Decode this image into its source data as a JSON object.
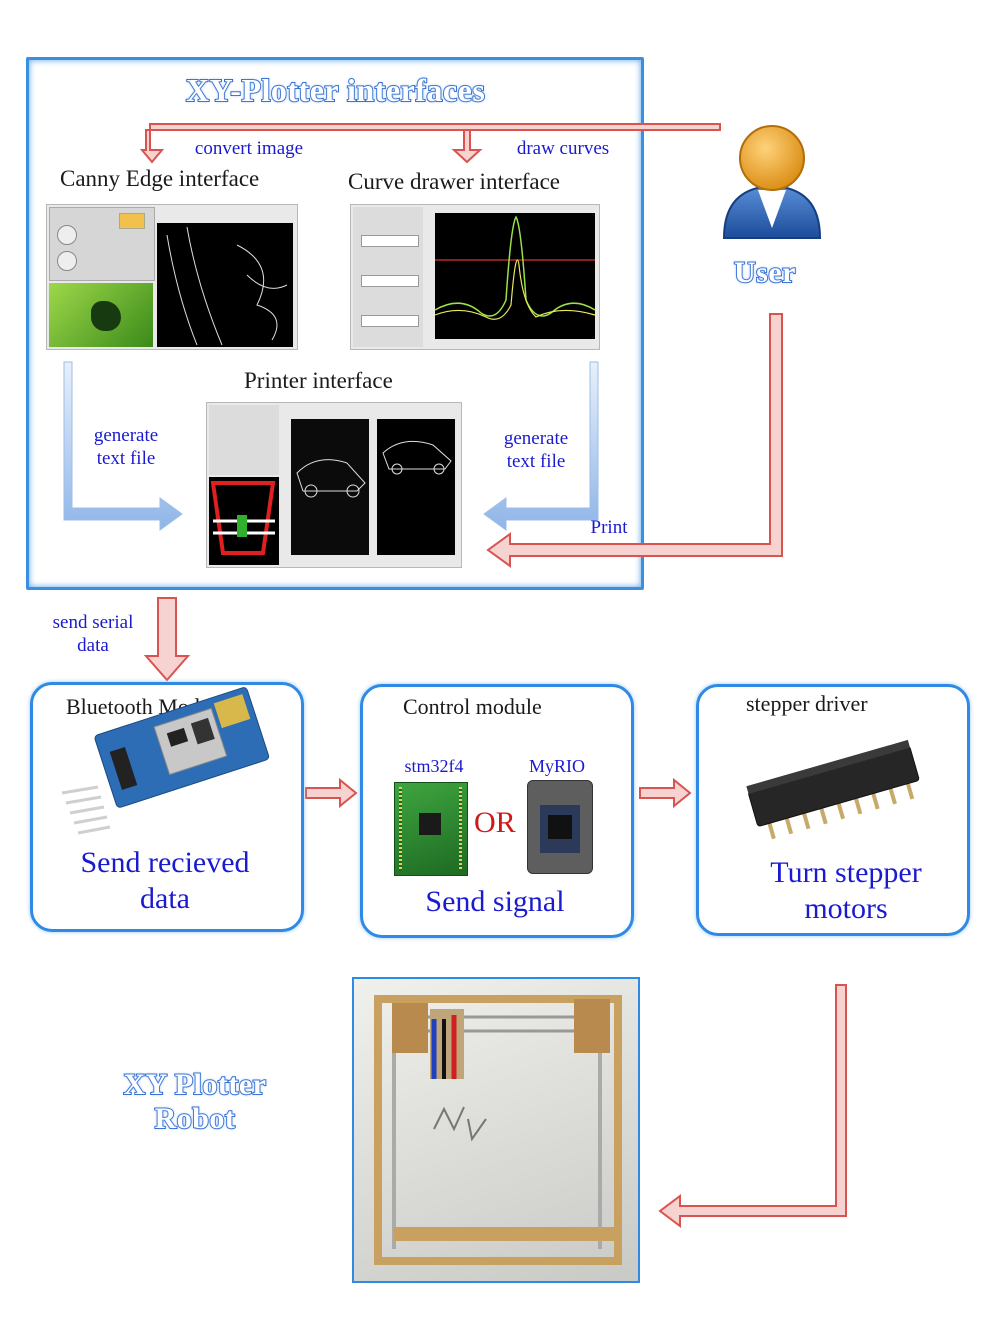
{
  "diagram": {
    "title": "XY-Plotter  interfaces",
    "user_label": "User",
    "interfaces": {
      "canny": {
        "title": "Canny Edge interface",
        "arrow_label": "convert image"
      },
      "curve": {
        "title": "Curve drawer interface",
        "arrow_label": "draw curves"
      },
      "printer": {
        "title": "Printer interface"
      }
    },
    "generate_left": "generate\ntext file",
    "generate_right": "generate\ntext file",
    "print_label": "Print",
    "send_serial": "send serial\ndata",
    "modules": {
      "bluetooth": {
        "title": "Bluetooth Module",
        "action": "Send recieved\ndata"
      },
      "control": {
        "title": "Control module",
        "board1": "stm32f4",
        "board2": "MyRIO",
        "or": "OR",
        "action": "Send signal"
      },
      "driver": {
        "title": "stepper driver",
        "action": "Turn stepper\nmotors"
      }
    },
    "robot_label": "XY Plotter\nRobot",
    "colors": {
      "arrow_red": "#d9534f",
      "arrow_blue": "#8fb5e8",
      "accent_blue": "#2f8ae6",
      "text_blue": "#1a1ad0"
    }
  }
}
